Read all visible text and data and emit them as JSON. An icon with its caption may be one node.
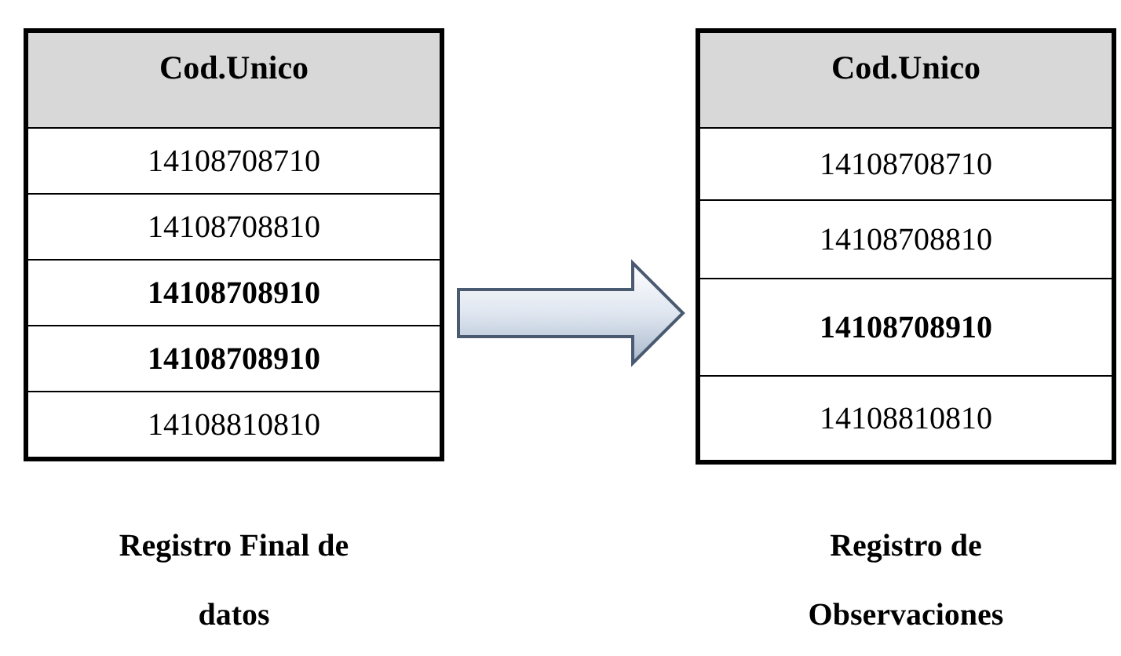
{
  "diagram": {
    "nodes": [
      {
        "text": [
          "Cod.Unico",
          "14108708710",
          "14108708810",
          "**14108708910**",
          "**14108708910**",
          "14108810810"
        ],
        "beside": [
          "Registro Final de datos"
        ]
      },
      {
        "text": [
          "Cod.Unico",
          "14108708710",
          "14108708810",
          "**14108708910**",
          "14108810810"
        ],
        "beside": [
          "Registro de Observaciones"
        ]
      }
    ],
    "edges": [
      {
        "from": 0,
        "to": 1,
        "arrow": "to",
        "style": "thick"
      }
    ]
  }
}
